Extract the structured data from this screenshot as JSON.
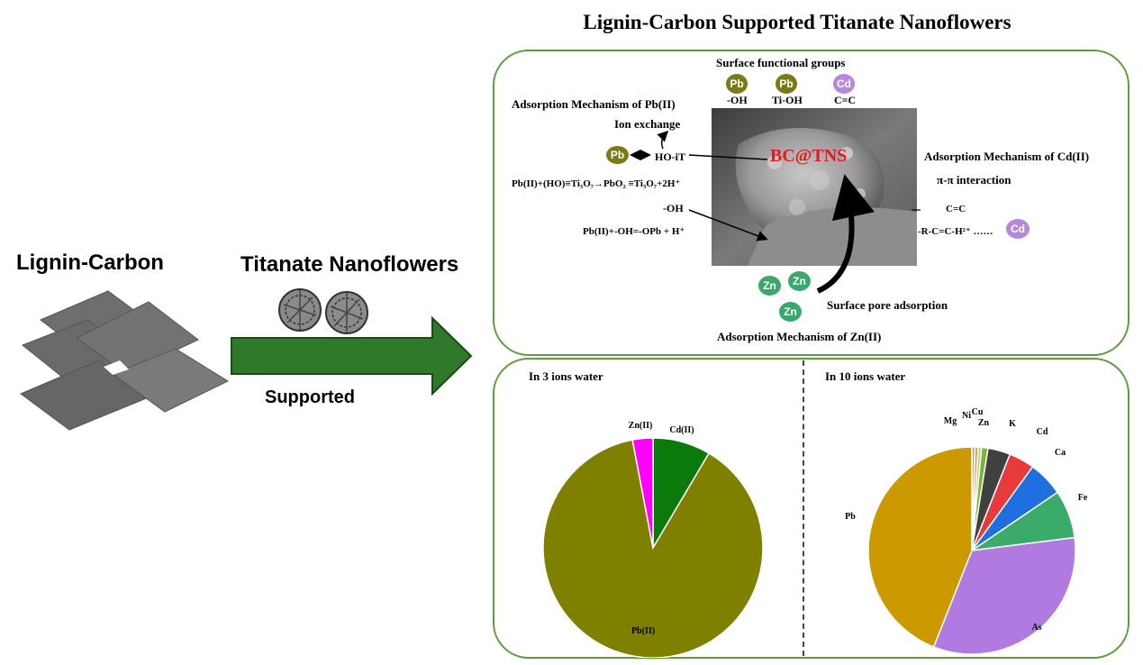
{
  "title": "Lignin-Carbon Supported Titanate Nanoflowers",
  "left": {
    "lignin_carbon": "Lignin-Carbon",
    "titanate_nanoflowers": "Titanate Nanoflowers",
    "supported": "Supported"
  },
  "mechanism": {
    "surface_groups": "Surface functional groups",
    "balls": {
      "pb": "Pb",
      "cd": "Cd",
      "zn": "Zn"
    },
    "group_oh": "-OH",
    "group_tioh": "Ti-OH",
    "group_cc": "C=C",
    "pb_title": "Adsorption Mechanism of Pb(II)",
    "ion_exchange": "Ion exchange",
    "ho_it": "HO-iT",
    "pb_equation": "Pb(II)+(HO)≡Ti₃O₇→PbO₂ ≡Ti₃O₇+2H⁺",
    "oh_label": "-OH",
    "pb_equation2": "Pb(II)+-OH=-OPb + H⁺",
    "sem_label": "BC@TNS",
    "cd_title": "Adsorption Mechanism of Cd(II)",
    "pi_interaction": "π-π interaction",
    "cd_cc": "C=C",
    "cd_chain": "-R-C=C-H²⁺ ……",
    "surface_pore": "Surface pore adsorption",
    "zn_title": "Adsorption Mechanism of Zn(II)"
  },
  "colors": {
    "panel_border": "#5e9c3f",
    "arrow_fill": "#2f7a2a",
    "pb_ball": "#7a7a16",
    "cd_ball": "#b787dc",
    "zn_ball": "#3aa86a",
    "sem_label": "#e31b1b"
  },
  "chart_data": [
    {
      "type": "pie",
      "title": "In 3 ions water",
      "categories": [
        "Cd(II)",
        "Pb(II)",
        "Zn(II)"
      ],
      "values": [
        8.5,
        88.5,
        3
      ],
      "colors": [
        "#0a7a0a",
        "#7f7f00",
        "#ff00ff"
      ]
    },
    {
      "type": "pie",
      "title": "In 10 ions water",
      "categories": [
        "Mg",
        "Ni",
        "Cu",
        "Zn",
        "K",
        "Cd",
        "Ca",
        "Fe",
        "As",
        "Pb"
      ],
      "values": [
        0.5,
        0.5,
        0.5,
        1,
        3.5,
        4,
        5.5,
        7.5,
        33,
        44
      ],
      "colors": [
        "#a9a9a9",
        "#f0a000",
        "#bbbbbb",
        "#76b82a",
        "#404040",
        "#e83a3a",
        "#1f6fe0",
        "#3aab6a",
        "#b07ae0",
        "#cc9900"
      ]
    }
  ]
}
